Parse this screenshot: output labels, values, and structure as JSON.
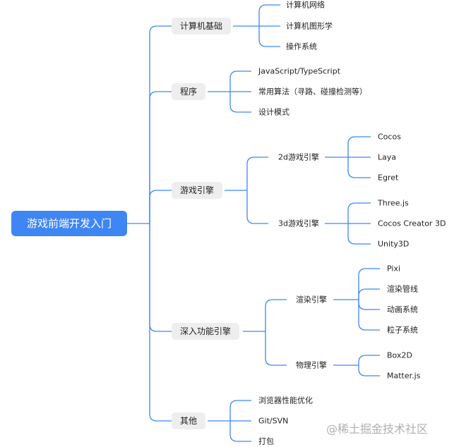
{
  "root": {
    "label": "游戏前端开发入门"
  },
  "branches": [
    {
      "label": "计算机基础",
      "items": [
        "计算机网络",
        "计算机图形学",
        "操作系统"
      ]
    },
    {
      "label": "程序",
      "items": [
        "JavaScript/TypeScript",
        "常用算法（寻路、碰撞检测等）",
        "设计模式"
      ]
    },
    {
      "label": "游戏引擎",
      "subs": [
        {
          "label": "2d游戏引擎",
          "items": [
            "Cocos",
            "Laya",
            "Egret"
          ]
        },
        {
          "label": "3d游戏引擎",
          "items": [
            "Three.js",
            "Cocos Creator 3D",
            "Unity3D"
          ]
        }
      ]
    },
    {
      "label": "深入功能引擎",
      "subs": [
        {
          "label": "渲染引擎",
          "items": [
            "Pixi",
            "渲染管线",
            "动画系统",
            "粒子系统"
          ]
        },
        {
          "label": "物理引擎",
          "items": [
            "Box2D",
            "Matter.js"
          ]
        }
      ]
    },
    {
      "label": "其他",
      "items": [
        "浏览器性能优化",
        "Git/SVN",
        "打包"
      ]
    }
  ],
  "watermark": "@稀土掘金技术社区",
  "colors": {
    "line": "#3f86f5",
    "root_bg": "#3f86f5",
    "node_bg": "#eeeeee"
  }
}
